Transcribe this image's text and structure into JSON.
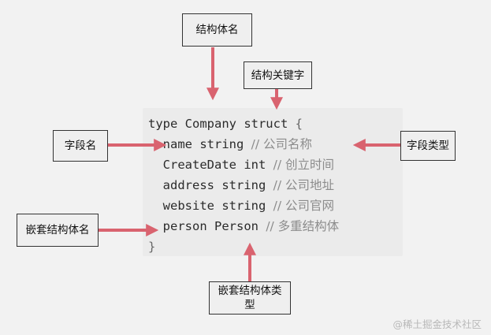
{
  "labels": {
    "struct_name": "结构体名",
    "struct_keyword": "结构关键字",
    "field_name": "字段名",
    "field_type": "字段类型",
    "nested_struct_name": "嵌套结构体名",
    "nested_struct_type": "嵌套结构体类型"
  },
  "code": {
    "line1_code": "type Company struct ",
    "line1_brace": "{",
    "line2_code": "  name string ",
    "line2_comment": "// 公司名称",
    "line3_code": "  CreateDate int ",
    "line3_comment": "// 创立时间",
    "line4_code": "  address string ",
    "line4_comment": "// 公司地址",
    "line5_code": "  website string ",
    "line5_comment": "// 公司官网",
    "line6_code": "  person Person ",
    "line6_comment": "// 多重结构体",
    "line7_brace": "}"
  },
  "watermark": "@稀土掘金技术社区",
  "colors": {
    "arrow": "#d9636f",
    "box_border": "#333333",
    "background": "#f2f2f2"
  }
}
